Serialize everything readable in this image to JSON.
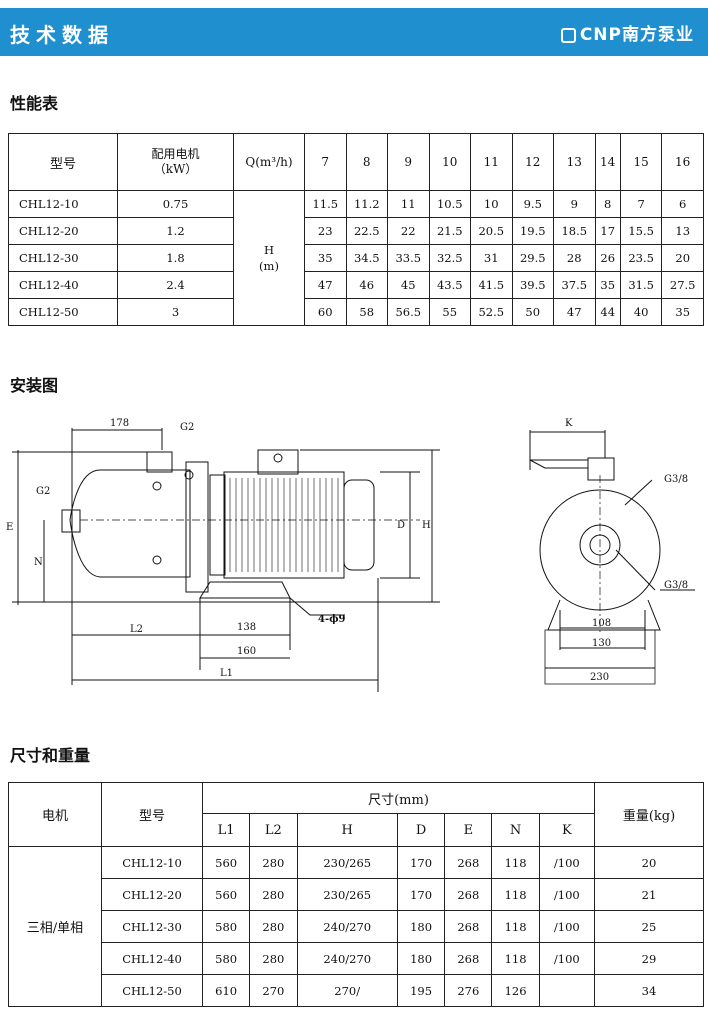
{
  "header": {
    "title": "技术数据",
    "brand": "CNP南方泵业"
  },
  "performance": {
    "section_title": "性能表",
    "col_model": "型号",
    "col_motor": "配用电机\n（kW）",
    "col_q": "Q(m³/h)",
    "col_h": "H\n(m)",
    "flows": [
      "7",
      "8",
      "9",
      "10",
      "11",
      "12",
      "13",
      "14",
      "15",
      "16"
    ],
    "rows": [
      {
        "model": "CHL12-10",
        "power": "0.75",
        "heads": [
          "11.5",
          "11.2",
          "11",
          "10.5",
          "10",
          "9.5",
          "9",
          "8",
          "7",
          "6"
        ]
      },
      {
        "model": "CHL12-20",
        "power": "1.2",
        "heads": [
          "23",
          "22.5",
          "22",
          "21.5",
          "20.5",
          "19.5",
          "18.5",
          "17",
          "15.5",
          "13"
        ]
      },
      {
        "model": "CHL12-30",
        "power": "1.8",
        "heads": [
          "35",
          "34.5",
          "33.5",
          "32.5",
          "31",
          "29.5",
          "28",
          "26",
          "23.5",
          "20"
        ]
      },
      {
        "model": "CHL12-40",
        "power": "2.4",
        "heads": [
          "47",
          "46",
          "45",
          "43.5",
          "41.5",
          "39.5",
          "37.5",
          "35",
          "31.5",
          "27.5"
        ]
      },
      {
        "model": "CHL12-50",
        "power": "3",
        "heads": [
          "60",
          "58",
          "56.5",
          "55",
          "52.5",
          "50",
          "47",
          "44",
          "40",
          "35"
        ]
      }
    ]
  },
  "install": {
    "section_title": "安装图",
    "labels": {
      "d178": "178",
      "g2_top": "G2",
      "g2_left": "G2",
      "e": "E",
      "n": "N",
      "d": "D",
      "h": "H",
      "l2": "L2",
      "d138": "138",
      "d160": "160",
      "l1": "L1",
      "bolts": "4-ϕ9",
      "k": "K",
      "g38a": "G3/8",
      "g38b": "G3/8",
      "d108": "108",
      "d130": "130",
      "d230": "230"
    }
  },
  "dimensions": {
    "section_title": "尺寸和重量",
    "col_motor": "电机",
    "col_model": "型号",
    "col_size": "尺寸(mm)",
    "col_weight": "重量(kg)",
    "subcols": [
      "L1",
      "L2",
      "H",
      "D",
      "E",
      "N",
      "K"
    ],
    "motor_type": "三相/单相",
    "rows": [
      {
        "model": "CHL12-10",
        "vals": [
          "560",
          "280",
          "230/265",
          "170",
          "268",
          "118",
          "/100"
        ],
        "weight": "20"
      },
      {
        "model": "CHL12-20",
        "vals": [
          "560",
          "280",
          "230/265",
          "170",
          "268",
          "118",
          "/100"
        ],
        "weight": "21"
      },
      {
        "model": "CHL12-30",
        "vals": [
          "580",
          "280",
          "240/270",
          "180",
          "268",
          "118",
          "/100"
        ],
        "weight": "25"
      },
      {
        "model": "CHL12-40",
        "vals": [
          "580",
          "280",
          "240/270",
          "180",
          "268",
          "118",
          "/100"
        ],
        "weight": "29"
      },
      {
        "model": "CHL12-50",
        "vals": [
          "610",
          "270",
          "270/",
          "195",
          "276",
          "126",
          ""
        ],
        "weight": "34"
      }
    ]
  }
}
